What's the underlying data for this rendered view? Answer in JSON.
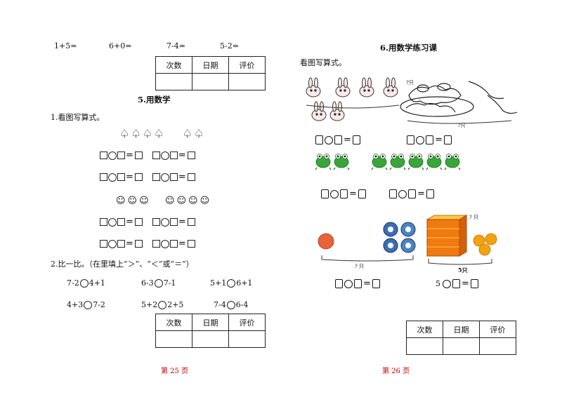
{
  "left": {
    "top_eqs": [
      "1+5=",
      "6+0=",
      "7-4=",
      "5-2="
    ],
    "eval_table": {
      "h1": "次数",
      "h2": "日期",
      "h3": "评价"
    },
    "section_title": "5.用数学",
    "q1_label": "1.看图写算式。",
    "spades_a": "♤♤♤♤",
    "spades_b": "♤♤",
    "smiles_a": "☺☺☺",
    "smiles_b": "☺☺☺☺",
    "q2_label": "2.比一比。（在里填上“＞”、“＜”或“＝”）",
    "cmp": [
      {
        "a": "7-2",
        "b": "4+1"
      },
      {
        "a": "6-3",
        "b": "7-1"
      },
      {
        "a": "5+1",
        "b": "6+1"
      },
      {
        "a": "4+3",
        "b": "7-2"
      },
      {
        "a": "5+2",
        "b": "2+5"
      },
      {
        "a": "7-4",
        "b": "6-4"
      }
    ],
    "eval_table2": {
      "h1": "次数",
      "h2": "日期",
      "h3": "评价"
    },
    "page_num": "第 25 页"
  },
  "right": {
    "section_title": "6.用数学练习课",
    "instruction": "看图写算式。",
    "q_seven_a": "?只",
    "q_seven_b": "7只",
    "q_ball": "? 只",
    "q_box": "? 只",
    "five_label": "5只",
    "eq_start": "5",
    "eval_table": {
      "h1": "次数",
      "h2": "日期",
      "h3": "评价"
    },
    "page_num": "第 26 页"
  },
  "colors": {
    "page_number": "#c00000",
    "frog": "#3aa63a",
    "orange": "#f2a20c",
    "box": "#f07a10"
  }
}
